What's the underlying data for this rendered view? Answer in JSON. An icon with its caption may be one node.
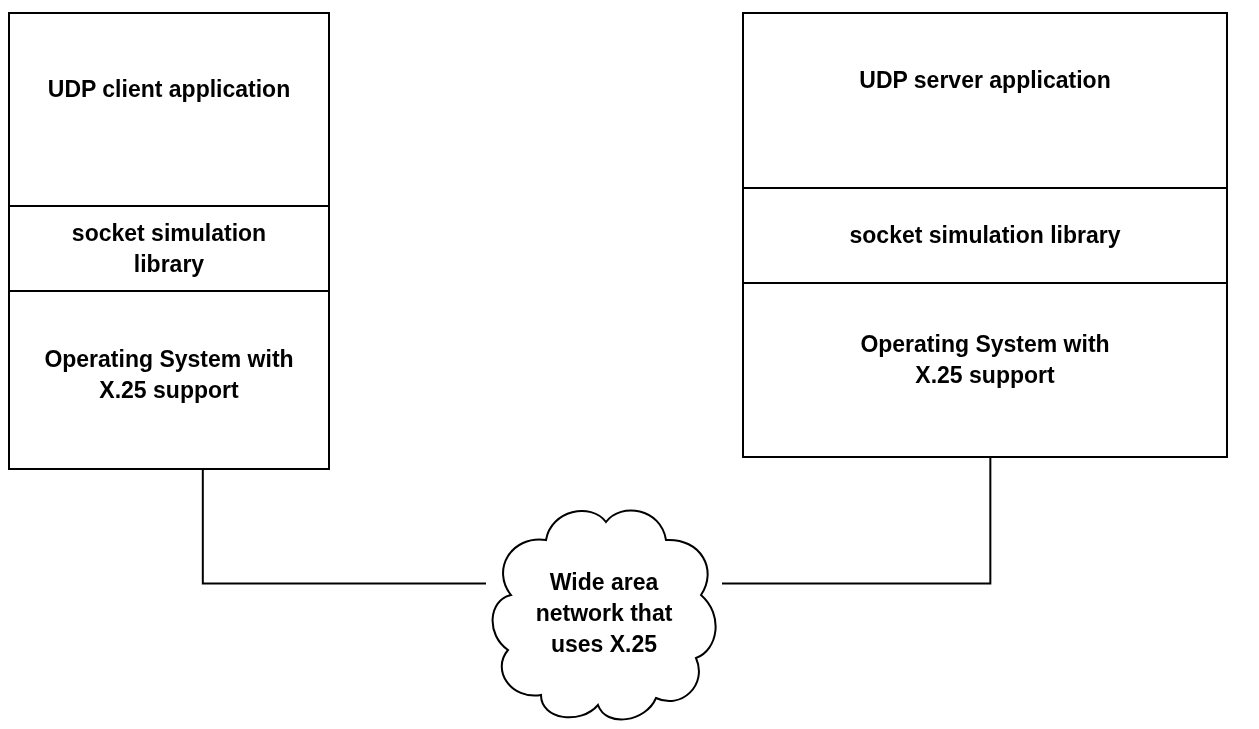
{
  "diagram": {
    "nodes": [
      {
        "text": [
          "UDP client application"
        ]
      },
      {
        "text": [
          "socket simulation library"
        ]
      },
      {
        "text": [
          "Operating System with X.25 support"
        ]
      },
      {
        "text": [
          "UDP server application"
        ]
      },
      {
        "text": [
          "socket simulation library"
        ]
      },
      {
        "text": [
          "Operating System with X.25 support"
        ]
      },
      {
        "text": [
          "Wide area network that uses X.25"
        ]
      }
    ],
    "edges": [
      {
        "from": 2,
        "to": 6,
        "arrow": "none"
      },
      {
        "from": 6,
        "to": 5,
        "arrow": "none"
      }
    ]
  }
}
